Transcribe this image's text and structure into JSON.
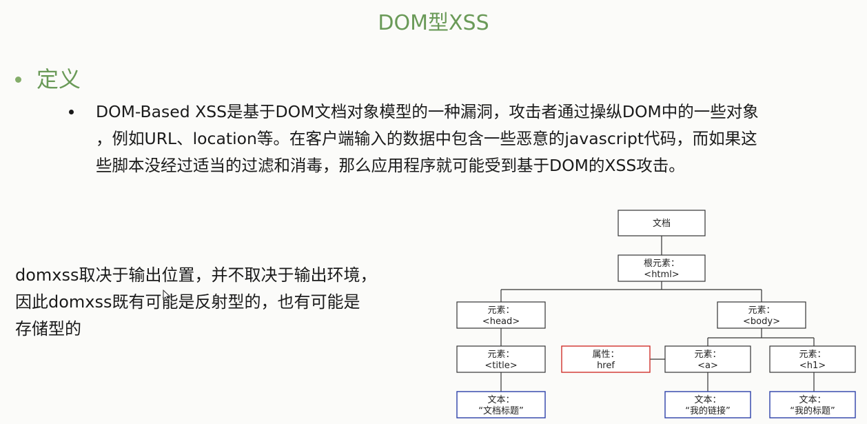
{
  "slide": {
    "title": "DOM型XSS"
  },
  "definition": {
    "heading": "定义",
    "paragraph": {
      "line1": "DOM-Based XSS是基于DOM文档对象模型的一种漏洞，攻击者通过操纵DOM中的一些对象",
      "line2": "，例如URL、location等。在客户端输入的数据中包含一些恶意的javascript代码，而如果这",
      "line3": "些脚本没经过适当的过滤和消毒，那么应用程序就可能受到基于DOM的XSS攻击。"
    }
  },
  "note": {
    "line1": "domxss取决于输出位置，并不取决于输出环境，",
    "line2": "因此domxss既有可能是反射型的，也有可能是",
    "line3": "存储型的"
  },
  "tree": {
    "document": {
      "line1": "文档"
    },
    "root": {
      "line1": "根元素：",
      "line2": "<html>"
    },
    "head": {
      "line1": "元素：",
      "line2": "<head>"
    },
    "body": {
      "line1": "元素：",
      "line2": "<body>"
    },
    "title": {
      "line1": "元素：",
      "line2": "<title>"
    },
    "attr_href": {
      "line1": "属性：",
      "line2": "href"
    },
    "a": {
      "line1": "元素：",
      "line2": "<a>"
    },
    "h1": {
      "line1": "元素：",
      "line2": "<h1>"
    },
    "text_title": {
      "line1": "文本：",
      "line2": "“文档标题”"
    },
    "text_link": {
      "line1": "文本：",
      "line2": "“我的链接”"
    },
    "text_heading": {
      "line1": "文本：",
      "line2": "“我的标题”"
    }
  },
  "colors": {
    "accent_green": "#6a9a58",
    "attribute_border": "#d0302a",
    "text_node_border": "#2b3fa8",
    "element_border": "#333333"
  },
  "icons": {
    "cursor": "mouse-pointer-icon"
  }
}
